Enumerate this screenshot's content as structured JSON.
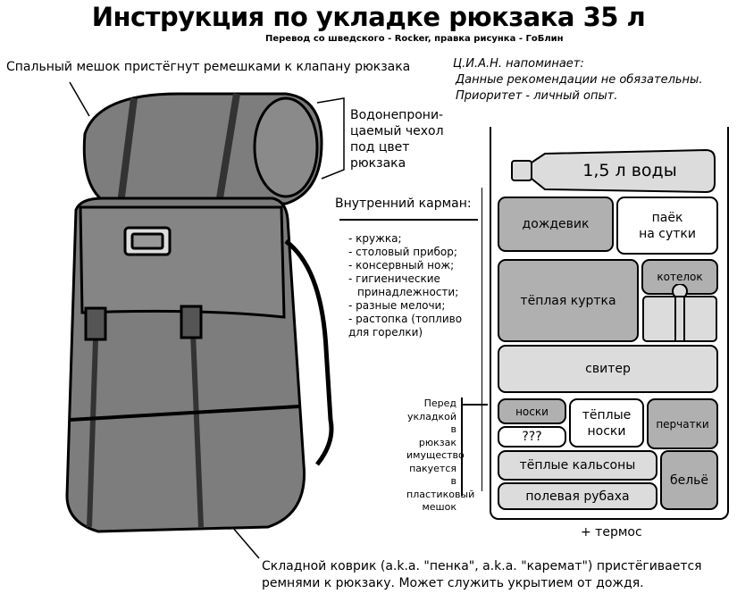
{
  "title": "Инструкция по укладке рюкзака 35 л",
  "credit": "Перевод со шведского - Rocker, правка рисунка - ГоБлин",
  "labels": {
    "sleeping_bag": "Спальный мешок пристёгнут ремешками к клапану рюкзака",
    "cover": [
      "Водонепрони-",
      "цаемый чехол",
      "под цвет",
      "рюкзака"
    ],
    "mat": [
      "Складной коврик (a.k.a. \"пенка\", a.k.a. \"каремат\") пристёгивается",
      "ремнями к рюкзаку. Может служить укрытием от дождя."
    ]
  },
  "note": {
    "heading": "Ц.И.А.Н. напоминает:",
    "lines": [
      "Данные рекомендации не обязательны.",
      "Приоритет - личный опыт."
    ]
  },
  "pocket": {
    "heading": "Внутренний карман:",
    "items": [
      "- кружка;",
      "- столовый прибор;",
      "- консервный нож;",
      "- гигиенические",
      "принадлежности;",
      "- разные мелочи;",
      "- растопка (топливо",
      "для горелки)"
    ]
  },
  "bag_note": [
    "Перед",
    "укладкой в",
    "рюкзак",
    "имущество",
    "пакуется в",
    "пластиковый",
    "мешок"
  ],
  "packing": {
    "bottle": "1,5 л воды",
    "items": {
      "raincoat": "дождевик",
      "ration": [
        "паёк",
        "на сутки"
      ],
      "jacket": "тёплая куртка",
      "pot": "котелок",
      "sweater": "свитер",
      "socks": "носки",
      "warm_socks": [
        "тёплые",
        "носки"
      ],
      "gloves": "перчатки",
      "unknown": "???",
      "long_johns": "тёплые кальсоны",
      "underwear": "бельё",
      "field_shirt": "полевая рубаха"
    },
    "extra": "+ термос"
  },
  "colors": {
    "pack": "#7d7d7d",
    "dark_box": "#b0b0b0",
    "light_box": "#dcdcdc"
  }
}
